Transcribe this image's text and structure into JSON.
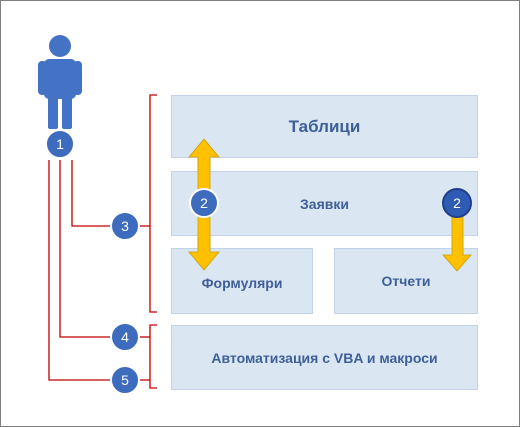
{
  "diagram": {
    "boxes": {
      "tables": "Таблици",
      "queries": "Заявки",
      "forms": "Формуляри",
      "reports": "Отчети",
      "vba": "Автоматизация с VBA и макроси"
    },
    "badges": {
      "user": "1",
      "flow_left": "2",
      "flow_right": "2",
      "bracket_main": "3",
      "bracket_vba_a": "4",
      "bracket_vba_b": "5"
    },
    "colors": {
      "box_fill": "#dbe6f3",
      "box_text": "#3e5f98",
      "badge": "#3d6bbd",
      "person": "#4472c4",
      "arrow": "#ffc000",
      "connector": "#c00000"
    },
    "icons": {
      "person": "person-icon",
      "arrows": "yellow-arrow"
    }
  }
}
